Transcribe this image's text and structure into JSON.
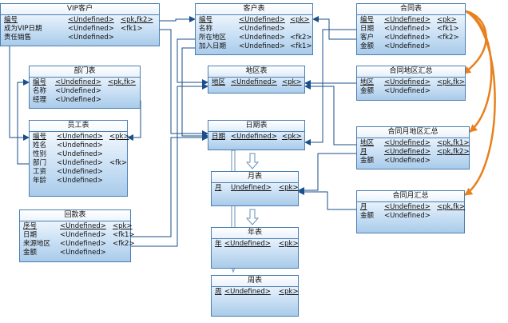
{
  "tables": {
    "vip": {
      "title": "VIP客户",
      "rows": [
        {
          "name": "编号",
          "type": "<Undefined>",
          "key": "<pk,fk2>",
          "pk": true
        },
        {
          "name": "成为VIP日期",
          "type": "<Undefined>",
          "key": "<fk1>",
          "pk": false
        },
        {
          "name": "责任销售",
          "type": "<Undefined>",
          "key": "",
          "pk": false
        }
      ]
    },
    "customer": {
      "title": "客户表",
      "rows": [
        {
          "name": "编号",
          "type": "<Undefined>",
          "key": "<pk>",
          "pk": true
        },
        {
          "name": "名称",
          "type": "<Undefined>",
          "key": "",
          "pk": false
        },
        {
          "name": "所在地区",
          "type": "<Undefined>",
          "key": "<fk2>",
          "pk": false
        },
        {
          "name": "加入日期",
          "type": "<Undefined>",
          "key": "<fk1>",
          "pk": false
        }
      ]
    },
    "contract": {
      "title": "合同表",
      "rows": [
        {
          "name": "编号",
          "type": "<Undefined>",
          "key": "<pk>",
          "pk": true
        },
        {
          "name": "日期",
          "type": "<Undefined>",
          "key": "<fk1>",
          "pk": false
        },
        {
          "name": "客户",
          "type": "<Undefined>",
          "key": "<fk2>",
          "pk": false
        },
        {
          "name": "金额",
          "type": "<Undefined>",
          "key": "",
          "pk": false
        }
      ]
    },
    "dept": {
      "title": "部门表",
      "rows": [
        {
          "name": "编号",
          "type": "<Undefined>",
          "key": "<pk,fk>",
          "pk": true
        },
        {
          "name": "名称",
          "type": "<Undefined>",
          "key": "",
          "pk": false
        },
        {
          "name": "经理",
          "type": "<Undefined>",
          "key": "",
          "pk": false
        }
      ]
    },
    "region": {
      "title": "地区表",
      "rows": [
        {
          "name": "地区",
          "type": "<Undefined>",
          "key": "<pk>",
          "pk": true
        }
      ]
    },
    "contract_region": {
      "title": "合同地区汇总",
      "rows": [
        {
          "name": "地区",
          "type": "<Undefined>",
          "key": "<pk,fk>",
          "pk": true
        },
        {
          "name": "金额",
          "type": "<Undefined>",
          "key": "",
          "pk": false
        }
      ]
    },
    "employee": {
      "title": "员工表",
      "rows": [
        {
          "name": "编号",
          "type": "<Undefined>",
          "key": "<pk>",
          "pk": true
        },
        {
          "name": "姓名",
          "type": "<Undefined>",
          "key": "",
          "pk": false
        },
        {
          "name": "性别",
          "type": "<Undefined>",
          "key": "",
          "pk": false
        },
        {
          "name": "部门",
          "type": "<Undefined>",
          "key": "<fk>",
          "pk": false
        },
        {
          "name": "工资",
          "type": "<Undefined>",
          "key": "",
          "pk": false
        },
        {
          "name": "年龄",
          "type": "<Undefined>",
          "key": "",
          "pk": false
        }
      ]
    },
    "date": {
      "title": "日期表",
      "rows": [
        {
          "name": "日期",
          "type": "<Undefined>",
          "key": "<pk>",
          "pk": true
        }
      ]
    },
    "contract_month_region": {
      "title": "合同月地区汇总",
      "rows": [
        {
          "name": "地区",
          "type": "<Undefined>",
          "key": "<pk,fk1>",
          "pk": true
        },
        {
          "name": "月",
          "type": "<Undefined>",
          "key": "<pk,fk2>",
          "pk": true
        },
        {
          "name": "金额",
          "type": "<Undefined>",
          "key": "",
          "pk": false
        }
      ]
    },
    "month": {
      "title": "月表",
      "rows": [
        {
          "name": "月",
          "type": "Undefined>",
          "key": "<pk>",
          "pk": true
        }
      ]
    },
    "contract_month": {
      "title": "合同月汇总",
      "rows": [
        {
          "name": "月",
          "type": "<Undefined>",
          "key": "<pk,fk>",
          "pk": true
        },
        {
          "name": "金额",
          "type": "<Undefined>",
          "key": "",
          "pk": false
        }
      ]
    },
    "payment": {
      "title": "回款表",
      "rows": [
        {
          "name": "序号",
          "type": "<Undefined>",
          "key": "<pk>",
          "pk": true
        },
        {
          "name": "日期",
          "type": "<Undefined>",
          "key": "<fk1>",
          "pk": false
        },
        {
          "name": "来源地区",
          "type": "<Undefined>",
          "key": "<fk2>",
          "pk": false
        },
        {
          "name": "金额",
          "type": "<Undefined>",
          "key": "",
          "pk": false
        }
      ]
    },
    "year": {
      "title": "年表",
      "rows": [
        {
          "name": "年",
          "type": "<Undefined>",
          "key": "<pk>",
          "pk": true
        }
      ]
    },
    "week": {
      "title": "周表",
      "rows": [
        {
          "name": "周",
          "type": "<Undefined>",
          "key": "<pk>",
          "pk": true
        }
      ]
    }
  },
  "colors": {
    "border": "#4a7fb3",
    "link": "#1a4f8a",
    "aggregation": "#e8801e"
  }
}
